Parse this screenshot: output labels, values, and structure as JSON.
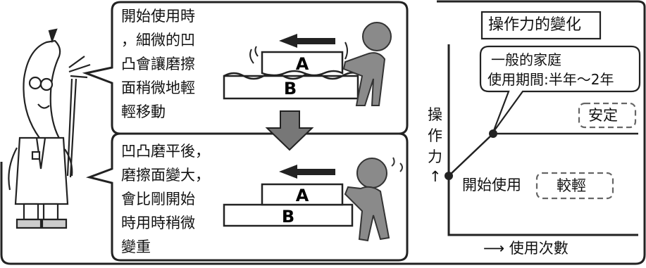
{
  "panel_top": {
    "text_lines": [
      "開始使用時",
      "，細微的凹",
      "凸會讓磨擦",
      "面稍微地輕",
      "輕移動"
    ],
    "block_a": "A",
    "block_b": "B"
  },
  "panel_bottom": {
    "text_lines": [
      "凹凸磨平後，",
      "磨擦面變大，",
      "會比剛開始",
      "時用時稍微",
      "變重"
    ],
    "block_a": "A",
    "block_b": "B"
  },
  "graph": {
    "title": "操作力的變化",
    "y_label": [
      "操",
      "作",
      "力",
      "↑"
    ],
    "x_label": "⟶ 使用次數",
    "callout_lines": [
      "一般的家庭",
      "使用期間:半年～2年"
    ],
    "stable_label": "安定",
    "start_label": "開始使用",
    "light_label": "較輕"
  }
}
